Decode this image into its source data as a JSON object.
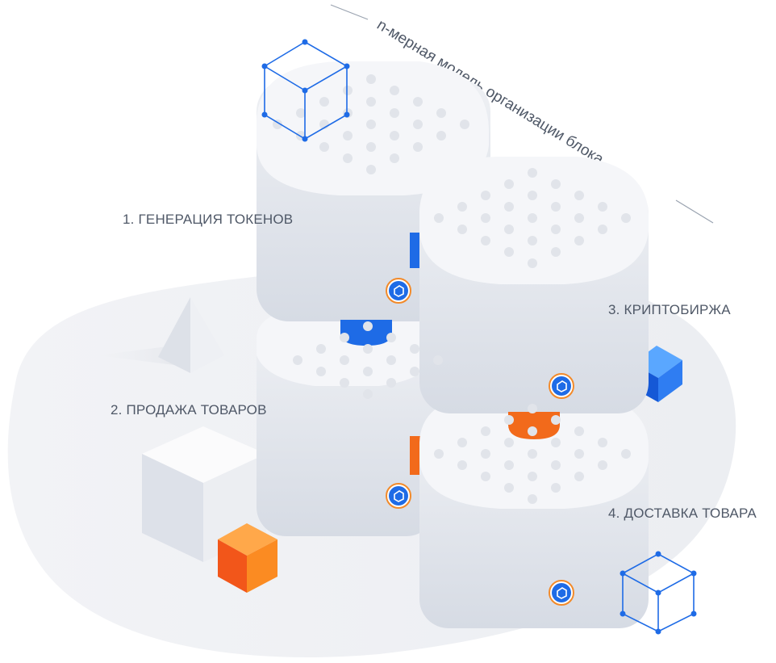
{
  "caption": "n-мерная модель организации блока",
  "stages": [
    {
      "label": "1. ГЕНЕРАЦИЯ ТОКЕНОВ"
    },
    {
      "label": "2. ПРОДАЖА ТОВАРОВ"
    },
    {
      "label": "3. КРИПТОБИРЖА"
    },
    {
      "label": "4. ДОСТАВКА ТОВАРА"
    }
  ],
  "colors": {
    "blue": "#1e6be6",
    "orange": "#f26a1b",
    "block_top": "#f4f5f8",
    "block_side": "#dfe3ea",
    "text": "#4f5867"
  },
  "icons": [
    "block-cube-icon",
    "wireframe-cube-icon",
    "pyramid-icon"
  ]
}
